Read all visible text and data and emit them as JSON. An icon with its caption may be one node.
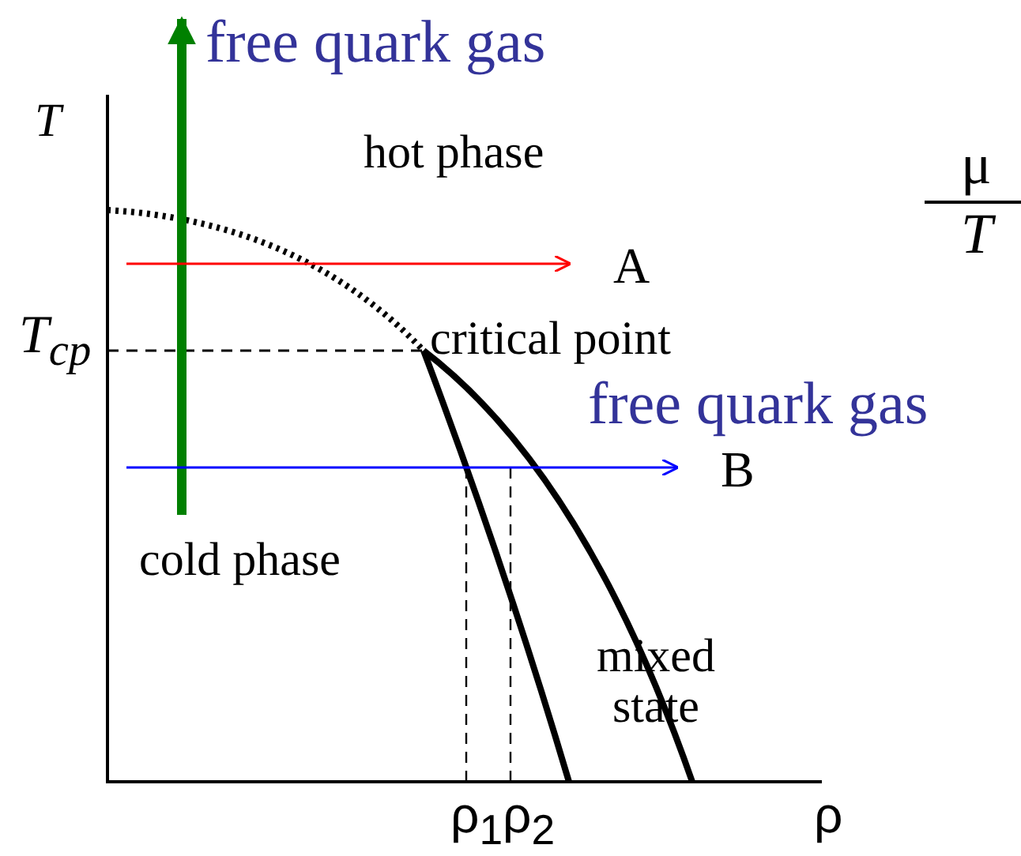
{
  "diagram": {
    "nodes": [
      {
        "text": [
          "free quark gas"
        ]
      },
      {
        "text": [
          "A"
        ]
      },
      {
        "text": [
          "B"
        ]
      }
    ],
    "edges": [
      {
        "from": null,
        "to": 0,
        "arrow": "to",
        "style": "thick",
        "color": "#008000"
      },
      {
        "from": null,
        "to": 1,
        "arrow": "to",
        "color": "#ff0000"
      },
      {
        "from": null,
        "to": 2,
        "arrow": "to",
        "color": "#0000ff"
      }
    ],
    "labels": [
      "T",
      "hot phase",
      "μ",
      "T",
      "T$_{cp}$",
      "critical point",
      "free quark gas",
      "cold phase",
      "mixed state",
      "ρ$_{1}$",
      "ρ$_{2}$",
      "ρ"
    ]
  }
}
